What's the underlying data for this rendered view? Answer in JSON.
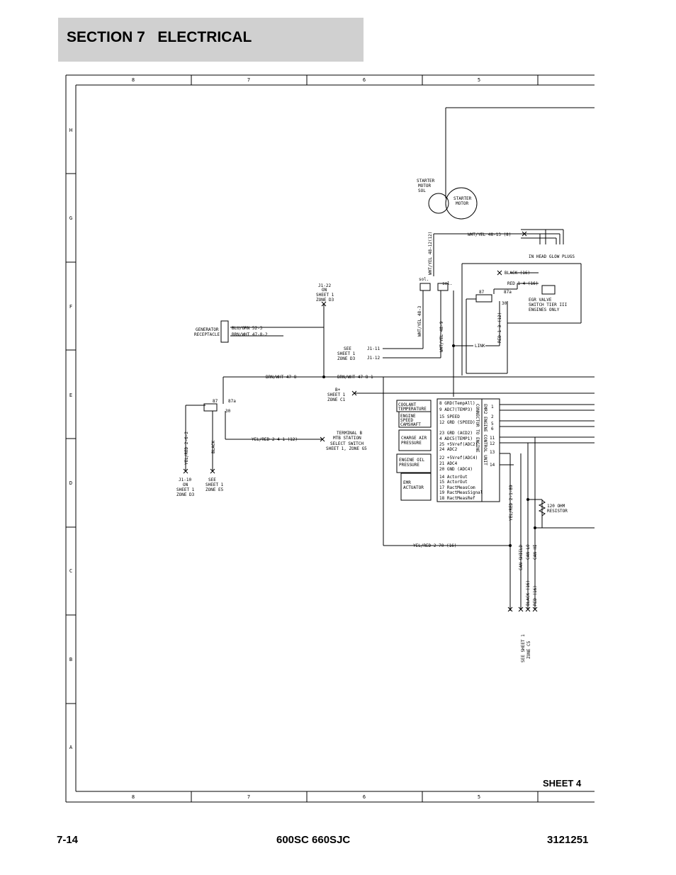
{
  "header": {
    "section": "SECTION 7",
    "title": "ELECTRICAL"
  },
  "footer": {
    "page": "7-14",
    "model": "600SC 660SJC",
    "doc_number": "3121251"
  },
  "sheet_label": "SHEET 4",
  "frame": {
    "columns": [
      "8",
      "7",
      "6",
      "5"
    ],
    "rows": [
      "H",
      "G",
      "F",
      "E",
      "D",
      "C",
      "B",
      "A"
    ]
  },
  "labels": {
    "starter_sol": [
      "STARTER",
      "MOTOR",
      "SOL"
    ],
    "starter_motor": [
      "STARTER",
      "MOTOR"
    ],
    "glow_plugs": "IN HEAD GLOW PLUGS",
    "wht_yel_48_13": "WHT/YEL 48-13 (8)",
    "wht_yel_48_12": "WHT/YEL 48-12(12)",
    "sol1": "sol.",
    "sol2": "sol.",
    "black_16": "BLACK (16)",
    "red_1_4": "RED 1-4 (16)",
    "egr": [
      "EGR VALVE",
      "SWITCH TIER III",
      "ENGINES ONLY"
    ],
    "j1_22": [
      "J1-22",
      "ON",
      "SHEET 1",
      "ZONE D3"
    ],
    "generator": [
      "GENERATOR",
      "RECEPTACLE"
    ],
    "blu_orn": "BLU/ORN 52-3",
    "brn_wht_47_8_2": "BRN/WHT 47-8-2",
    "see_sheet1_d3": [
      "SEE",
      "SHEET 1",
      "ZONE D3"
    ],
    "j1_11": "J1-11",
    "j1_12": "J1-12",
    "wht_yel_48_3": "WHT/YEL 48-3",
    "wht_yel_48_9": "WHT/YEL 48-9",
    "link": "LINK",
    "red_1_3": "RED 1-3 (12)",
    "relay_87": "87",
    "relay_87a": "87a",
    "relay_30": "30",
    "brn_wht_47_8": "BRN/WHT 47-8",
    "brn_wht_47_8_1": "BRN/WHT 47-8-1",
    "b_plus": [
      "B+",
      "SHEET 1",
      "ZONE C1"
    ],
    "yel_red_2_4_1": "YEL/RED 2-4-1 (12)",
    "terminal_b": [
      "TERMINAL B",
      "MTB STATION",
      "SELECT SWITCH",
      "SHEET 1, ZONE G5"
    ],
    "yel_red_2_6_2": "YEL/RED 2-6-2",
    "black": "BLACK",
    "j1_10": [
      "J1-10",
      "ON",
      "SHEET 1",
      "ZONE D3"
    ],
    "see_sheet1_e5": [
      "SEE",
      "SHEET 1",
      "ZONE E5"
    ],
    "coolant": [
      "COOLANT",
      "TEMPERATURE"
    ],
    "engine_speed": [
      "ENGINE",
      "SPEED",
      "CAMSHAFT"
    ],
    "charge_air": [
      "CHARGE AIR",
      "PRESSURE"
    ],
    "engine_oil": [
      "ENGINE OIL",
      "PRESSURE"
    ],
    "emr_actuator": [
      "EMR",
      "ACTUATOR"
    ],
    "ecu_pins": [
      "8 GRD(TempAll)",
      "9 ADC7(TEMP3)",
      "15 SPEED",
      "12 GRD (SPEED)",
      "23 GRD (ACD2)",
      "4 ADC5(TEMP1)",
      "25 +5Vref(ADC2)",
      "24 ADC2",
      "22 +5Vref(ADC4)",
      "21 ADC4",
      "20 GND (ADC4)",
      "14 ActorOut",
      "15 ActorOut",
      "17 RactMeasCom",
      "19 RactMeasSignal",
      "18 RactMeasRef"
    ],
    "ecu_title": "EMR2 ENGINE CONTROL UNIT",
    "ecu_subtitle": "CONNECTOR TO ENGINE",
    "ecu_right_pins": [
      "1",
      "2",
      "5",
      "6",
      "11",
      "12",
      "13",
      "14"
    ],
    "yel_red_2_1_89": "YEL/RED 2-1-89",
    "resistor": [
      "120 OHM",
      "RESISTOR"
    ],
    "yel_red_2_70": "YEL/RED 2-70 (16)",
    "can_shield": "CAN SHIELD",
    "can_lo": "CAN LO",
    "can_hi": "CAN HI",
    "black_16b": "BLACK (16)",
    "red_16": "RED (16)",
    "see_sheet1_c5": [
      "SEE SHEET 1",
      "ZONE C5"
    ]
  }
}
